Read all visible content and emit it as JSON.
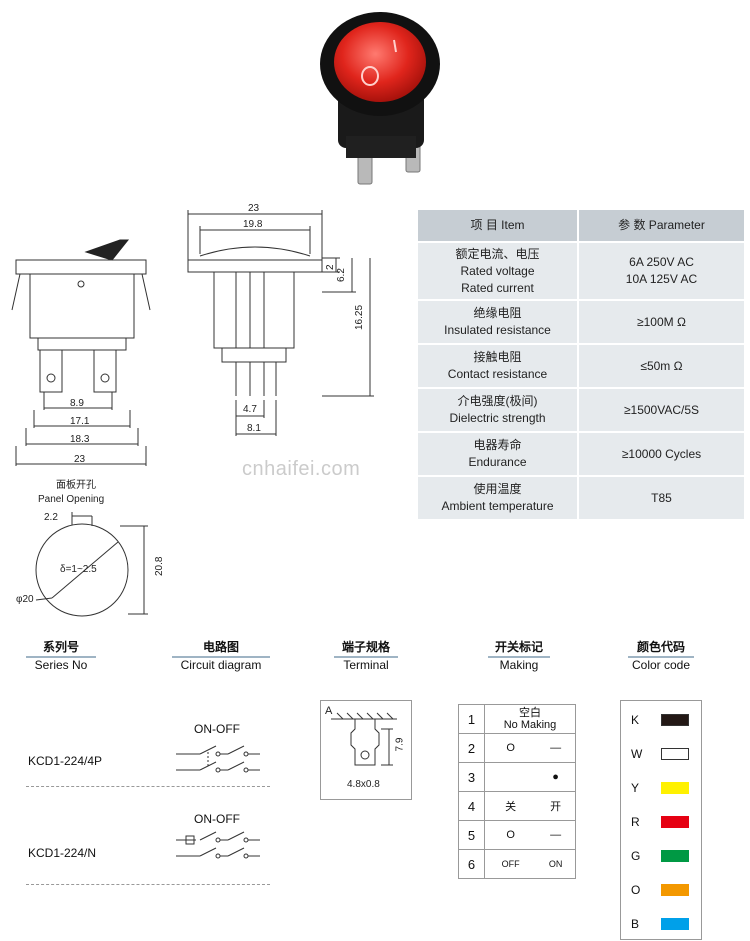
{
  "dims": {
    "front": {
      "d23": "23",
      "d18_3": "18.3",
      "d17_1": "17.1",
      "d8_9": "8.9"
    },
    "side": {
      "d23": "23",
      "d19_8": "19.8",
      "d2": "2",
      "d6_2": "6.2",
      "d16_25": "16.25",
      "d4_7": "4.7",
      "d8_1": "8.1"
    },
    "panel": {
      "title_zh": "面板开孔",
      "title_en": "Panel Opening",
      "d2_2": "2.2",
      "thickness": "δ=1~2.5",
      "d20_8": "20.8",
      "phi20": "φ20"
    }
  },
  "spec_table": {
    "header": {
      "item": "项 目  Item",
      "param": "参 数  Parameter"
    },
    "rows": [
      {
        "item_zh": "额定电流、电压",
        "item_en1": "Rated voltage",
        "item_en2": "Rated current",
        "value1": "6A  250V AC",
        "value2": "10A 125V AC"
      },
      {
        "item_zh": "绝缘电阻",
        "item_en": "Insulated resistance",
        "value": "≥100M Ω"
      },
      {
        "item_zh": "接触电阻",
        "item_en": "Contact resistance",
        "value": "≤50m Ω"
      },
      {
        "item_zh": "介电强度(极间)",
        "item_en": "Dielectric strength",
        "value": "≥1500VAC/5S"
      },
      {
        "item_zh": "电器寿命",
        "item_en": "Endurance",
        "value": "≥10000 Cycles"
      },
      {
        "item_zh": "使用温度",
        "item_en": "Ambient temperature",
        "value": "T85"
      }
    ]
  },
  "watermark": "cnhaifei.com",
  "headers": {
    "series": {
      "zh": "系列号",
      "en": "Series No"
    },
    "circuit": {
      "zh": "电路图",
      "en": "Circuit diagram"
    },
    "terminal": {
      "zh": "端子规格",
      "en": "Terminal"
    },
    "making": {
      "zh": "开关标记",
      "en": "Making"
    },
    "color": {
      "zh": "颜色代码",
      "en": "Color code"
    }
  },
  "series": [
    {
      "model": "KCD1-224/4P",
      "circuit": "ON-OFF"
    },
    {
      "model": "KCD1-224/N",
      "circuit": "ON-OFF"
    }
  ],
  "terminal": {
    "type": "A",
    "dim_h": "7.9",
    "dim_w": "4.8x0.8"
  },
  "making": [
    {
      "n": "1",
      "zh": "空白",
      "en": "No Making"
    },
    {
      "n": "2",
      "left": "O",
      "right": "—"
    },
    {
      "n": "3",
      "left": "",
      "right": "●"
    },
    {
      "n": "4",
      "left": "关",
      "right": "开"
    },
    {
      "n": "5",
      "left": "O",
      "right": "—"
    },
    {
      "n": "6",
      "left": "OFF",
      "right": "ON"
    }
  ],
  "colors": [
    {
      "code": "K",
      "hex": "#231815"
    },
    {
      "code": "W",
      "hex": "#ffffff"
    },
    {
      "code": "Y",
      "hex": "#fff100"
    },
    {
      "code": "R",
      "hex": "#e60012"
    },
    {
      "code": "G",
      "hex": "#009944"
    },
    {
      "code": "O",
      "hex": "#f39800"
    },
    {
      "code": "B",
      "hex": "#00a0e9"
    }
  ]
}
